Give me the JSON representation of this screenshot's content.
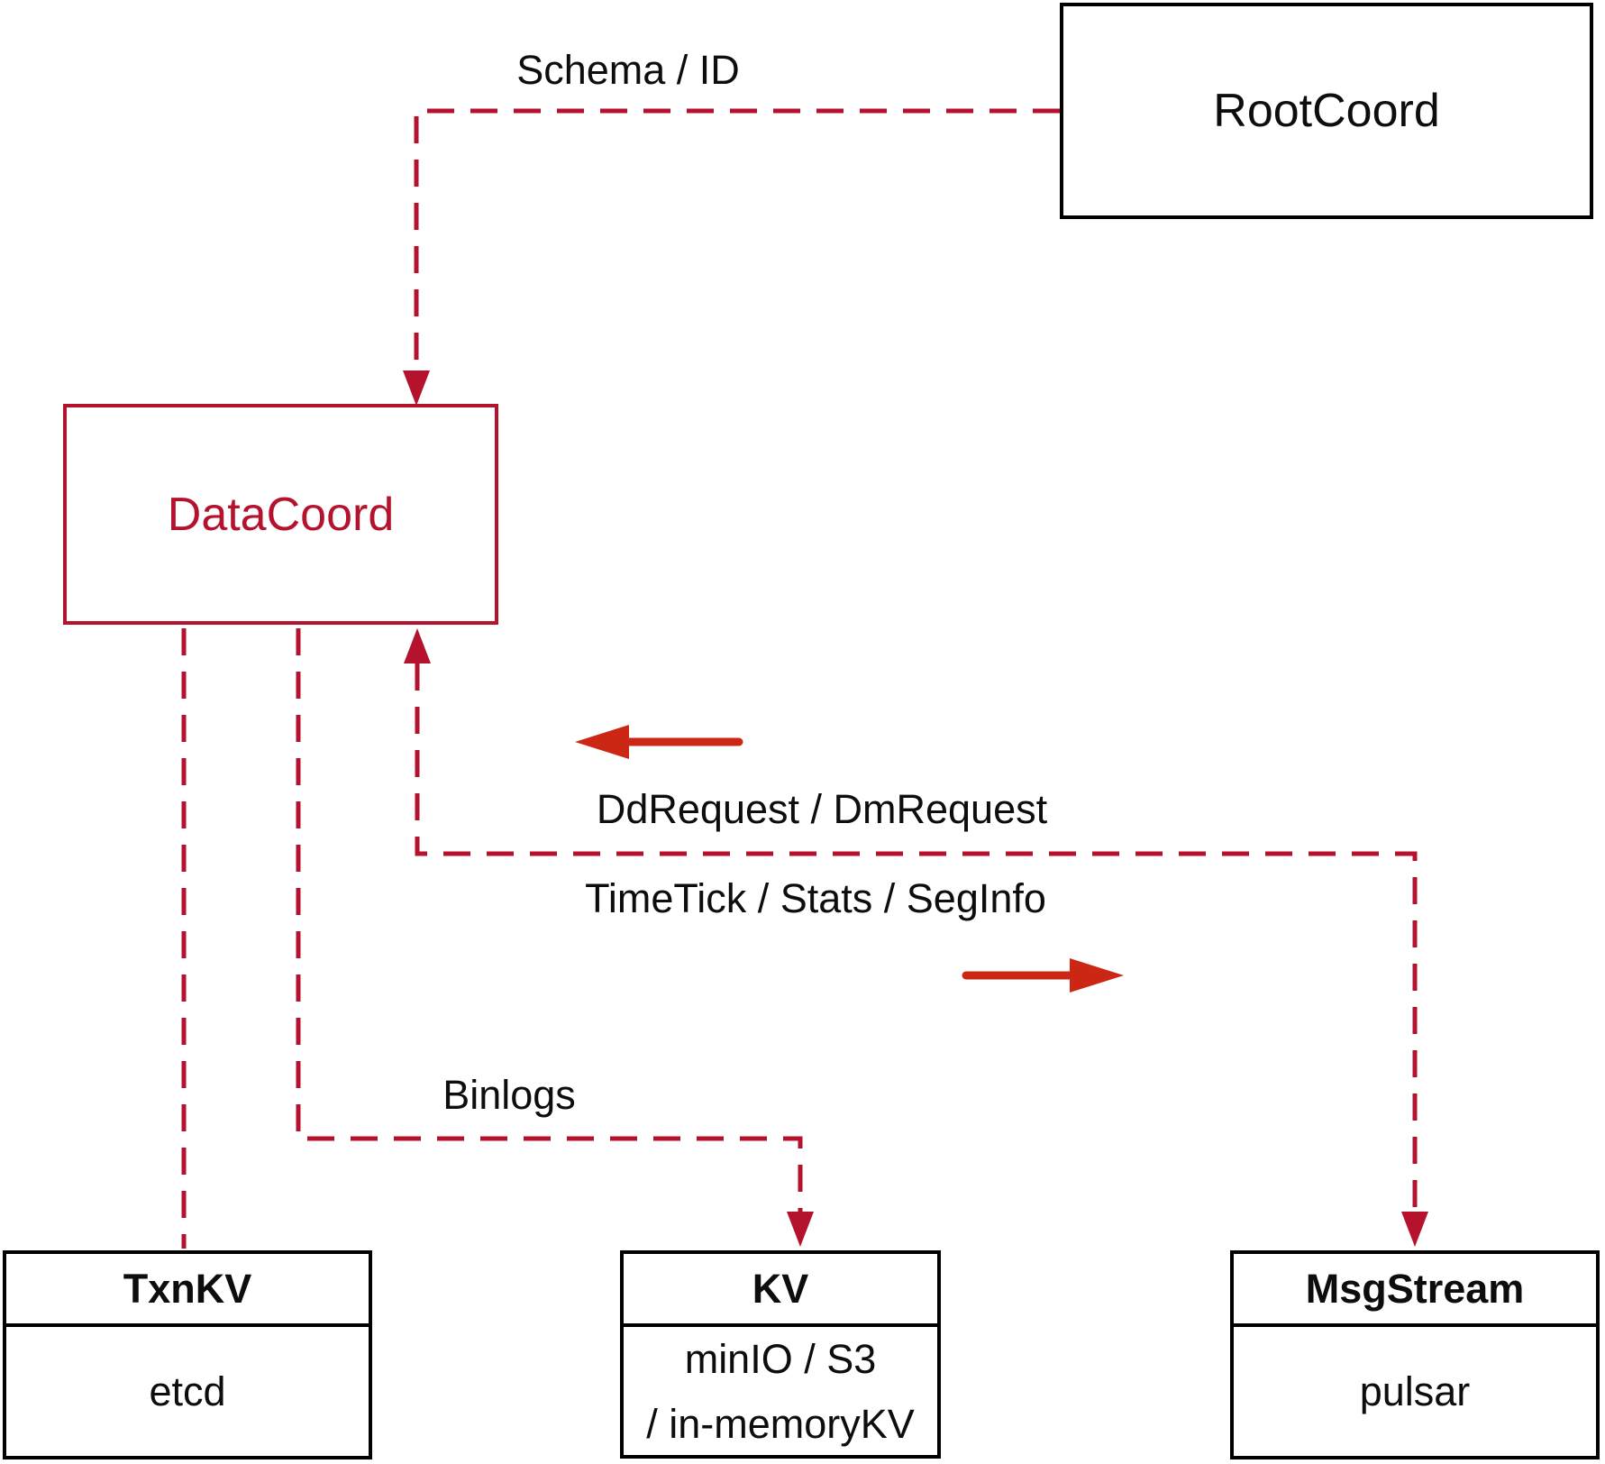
{
  "colors": {
    "crimson": "#b5122e",
    "arrow_red": "#cc2615",
    "box_border": "#000000",
    "text": "#0d0d0d",
    "bg": "#ffffff"
  },
  "nodes": {
    "rootcoord": {
      "label": "RootCoord"
    },
    "datacoord": {
      "label": "DataCoord"
    },
    "txnkv": {
      "header": "TxnKV",
      "body": "etcd"
    },
    "kv": {
      "header": "KV",
      "body_line1": "minIO / S3",
      "body_line2": "/ in-memoryKV"
    },
    "msgstream": {
      "header": "MsgStream",
      "body": "pulsar"
    }
  },
  "edges": {
    "schema_label": "Schema / ID",
    "ddrequest_label": "DdRequest / DmRequest",
    "timetick_label": "TimeTick / Stats / SegInfo",
    "binlogs_label": "Binlogs"
  }
}
